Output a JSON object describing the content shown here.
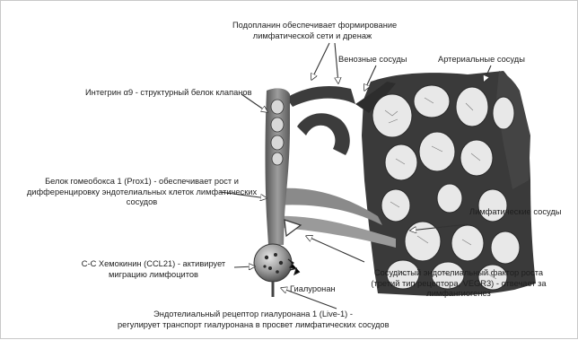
{
  "labels": {
    "podoplanin": [
      "Подопланин обеспечивает  формирование",
      "лимфатической сети и дренаж"
    ],
    "venous": "Венозные сосуды",
    "arterial": "Артериальные сосуды",
    "integrin": "Интегрин α9 - структурный белок клапанов",
    "prox1": [
      "Белок гомеобокса 1 (Prox1) - обеспечивает рост и",
      "дифференцировку эндотелиальных клеток лимфатических",
      "сосудов"
    ],
    "lymphatic": "Лимфатические сосуды",
    "ccl21": [
      "С-С Хемокинин (CCL21) - активирует",
      "миграцию лимфоцитов"
    ],
    "hyaluronan": "Гиалуронан",
    "vegfr3": [
      "Сосудистый эндотелиальный фактор роста",
      "(третий тип рецептора, VEGR3) - отвечает за",
      "лимфангиогенез"
    ],
    "lyve1": [
      "Эндотелиальный рецептор гиалуронана 1 (Live-1) -",
      "регулирует транспорт гиалуронана в просвет лимфатических сосудов"
    ]
  },
  "colors": {
    "vessel_dark": "#3a3a3a",
    "lymph_vessel": "#6b6b6b",
    "cell_light": "#e8e8e8",
    "arrow_fill": "#ffffff",
    "text": "#1e1e1e"
  }
}
